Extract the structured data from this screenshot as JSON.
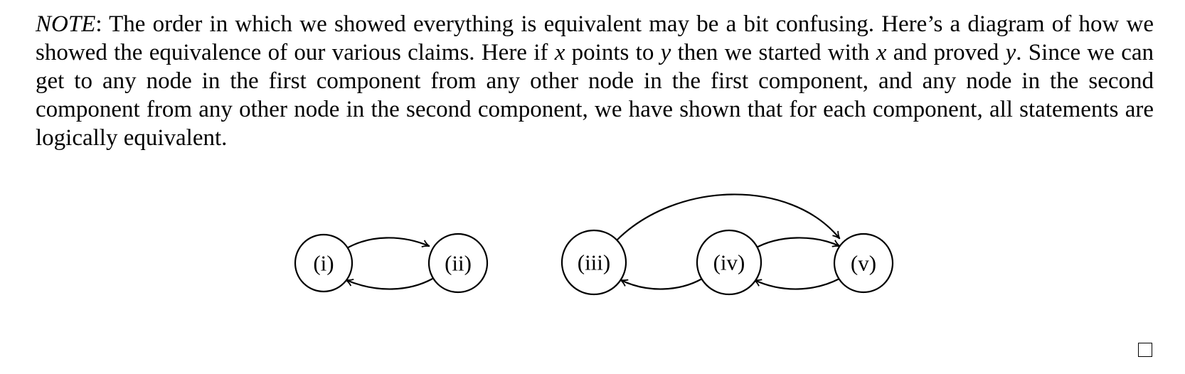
{
  "note": {
    "lead": "NOTE",
    "s1": ": The order in which we showed everything is equivalent may be a bit confusing. Here’s a diagram of how we showed the equivalence of our various claims. Here if ",
    "var_x": "x",
    "s2": " points to ",
    "var_y": "y",
    "s3": " then we started with ",
    "var_x2": "x",
    "s4": " and proved ",
    "var_y2": "y",
    "s5": ". Since we can get to any node in the first component from any other node in the first component, and any node in the second component from any other node in the second component, we have shown that for each component, all statements are logically equivalent."
  },
  "diagram": {
    "nodes": [
      {
        "id": "i",
        "label": "(i)"
      },
      {
        "id": "ii",
        "label": "(ii)"
      },
      {
        "id": "iii",
        "label": "(iii)"
      },
      {
        "id": "iv",
        "label": "(iv)"
      },
      {
        "id": "v",
        "label": "(v)"
      }
    ],
    "edges": [
      {
        "from": "i",
        "to": "ii"
      },
      {
        "from": "ii",
        "to": "i"
      },
      {
        "from": "iii",
        "to": "v"
      },
      {
        "from": "iv",
        "to": "v"
      },
      {
        "from": "v",
        "to": "iv"
      },
      {
        "from": "iv",
        "to": "iii"
      }
    ]
  }
}
